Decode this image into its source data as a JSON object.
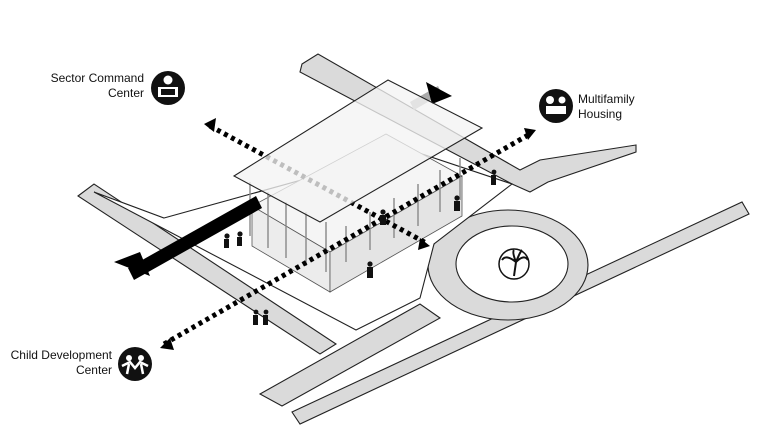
{
  "labels": {
    "sector_command": {
      "line1": "Sector Command",
      "line2": "Center",
      "icon": "computer-user-icon"
    },
    "multifamily": {
      "line1": "Multifamily",
      "line2": "Housing",
      "icon": "family-home-icon"
    },
    "child_development": {
      "line1": "Child Development",
      "line2": "Center",
      "icon": "children-icon"
    }
  },
  "map_icon": "palm-tree-icon",
  "colors": {
    "road": "#d9d9d9",
    "road_edge": "#222222",
    "plaza": "#ffffff",
    "canopy": "#f2f2f2",
    "arrow": "#000000"
  }
}
